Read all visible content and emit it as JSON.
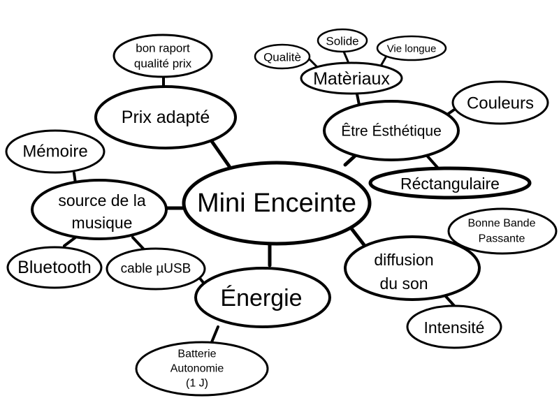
{
  "colors": {
    "background": "#ffffff",
    "ink": "#000000"
  },
  "center": {
    "lines": [
      "Mini Enceinte"
    ]
  },
  "nodes": {
    "prix": [
      "Prix adapté"
    ],
    "rapport": [
      "bon raport",
      "qualité prix"
    ],
    "source": [
      "source de la",
      "musique"
    ],
    "memoire": [
      "Mémoire"
    ],
    "bluetooth": [
      "Bluetooth"
    ],
    "cable": [
      "cable µUSB"
    ],
    "energie": [
      "Énergie"
    ],
    "batterie": [
      "Batterie",
      "Autonomie",
      "(1 J)"
    ],
    "diffusion": [
      "diffusion",
      "du son"
    ],
    "bande": [
      "Bonne Bande",
      "Passante"
    ],
    "intensite": [
      "Intensité"
    ],
    "esthetique": [
      "Être Ésthétique"
    ],
    "couleurs": [
      "Couleurs"
    ],
    "rectangulaire": [
      "Réctangulaire"
    ],
    "materiaux": [
      "Matèriaux"
    ],
    "qualite": [
      "Qualitè"
    ],
    "solide": [
      "Solide"
    ],
    "vie": [
      "Vie longue"
    ]
  }
}
